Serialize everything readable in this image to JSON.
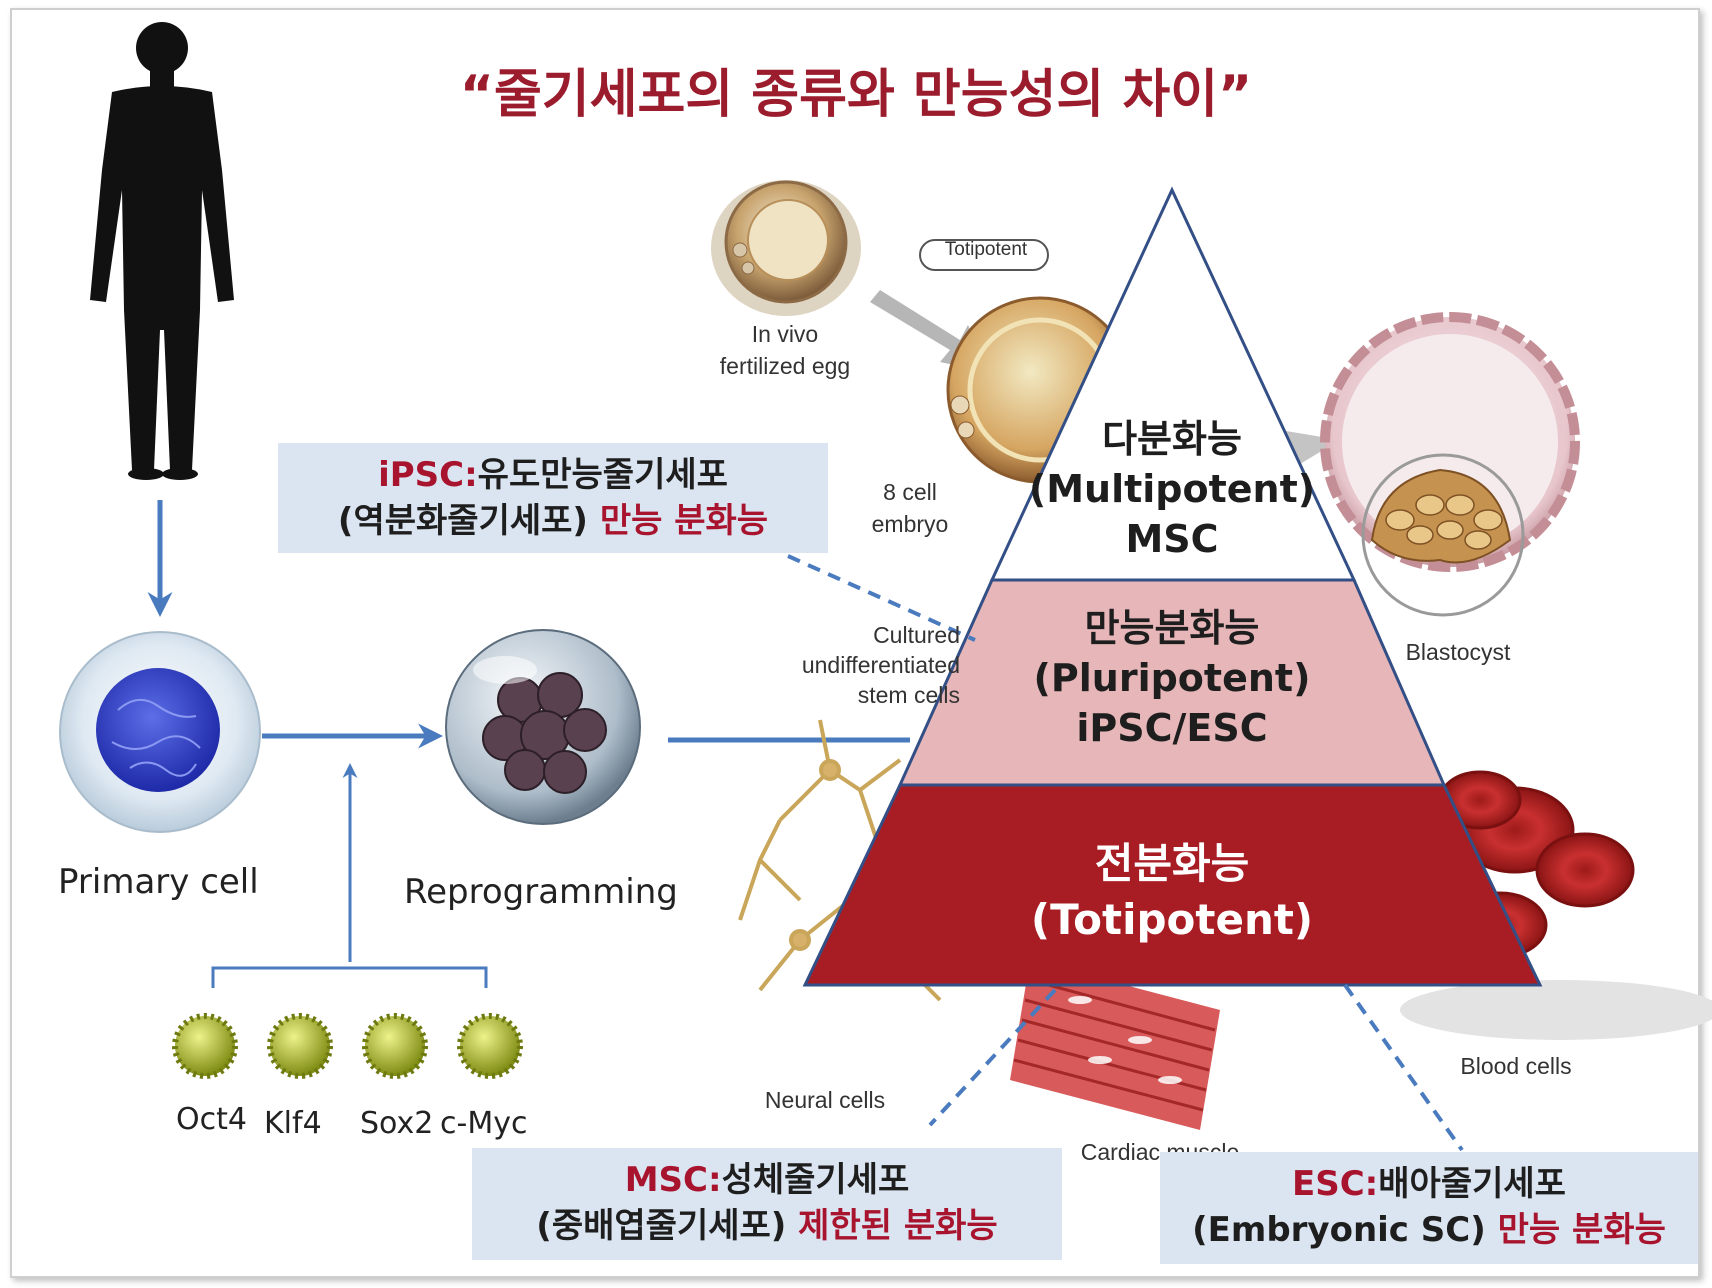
{
  "title": "“줄기세포의 종류와 만능성의 차이”",
  "labels": {
    "primary_cell": "Primary cell",
    "reprogramming": "Reprogramming",
    "factors": [
      "Oct4",
      "Klf4",
      "Sox2",
      "c-Myc"
    ]
  },
  "photo_labels": {
    "totipotent": "Totipotent",
    "fertilized_egg": "In vivo\nfertilized egg",
    "embryo": "8 cell\nembryo",
    "blastocyst": "Blastocyst",
    "cultured": "Cultured\nundifferentiated\nstem cells",
    "neural": "Neural cells",
    "cardiac": "Cardiac muscle",
    "blood": "Blood cells"
  },
  "pyramid": {
    "top": {
      "line1": "다분화능",
      "line2": "(Multipotent)",
      "line3": "MSC",
      "color": "#ffffff"
    },
    "middle": {
      "line1": "만능분화능",
      "line2": "(Pluripotent)",
      "line3": "iPSC/ESC",
      "color": "#e6b6b8"
    },
    "bottom": {
      "line1": "전분화능",
      "line2": "(Totipotent)",
      "color": "#a81c24"
    }
  },
  "boxes": {
    "ipsc": {
      "abbr": "iPSC:",
      "name": "유도만능줄기세포",
      "paren": "(역분화줄기세포)",
      "ability": "만능 분화능"
    },
    "msc": {
      "abbr": "MSC:",
      "name": "성체줄기세포",
      "paren": "(중배엽줄기세포)",
      "ability": "제한된 분화능"
    },
    "esc": {
      "abbr": "ESC:",
      "name": "배아줄기세포",
      "paren": "(Embryonic SC)",
      "ability": "만능 분화능"
    }
  },
  "colors": {
    "title": "#9b1c2c",
    "accent_red": "#a8142e",
    "arrow_blue": "#4a7bbf",
    "box_bg": "#dbe5f1"
  }
}
